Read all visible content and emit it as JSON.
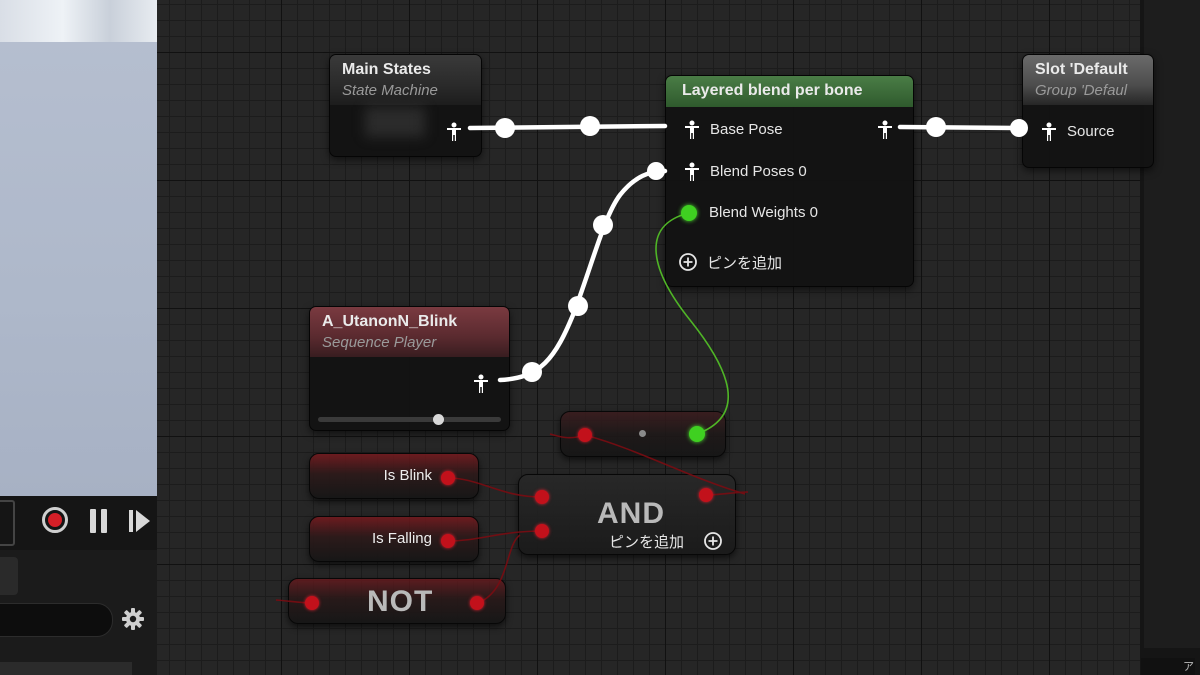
{
  "nodes": {
    "main_states": {
      "title": "Main States",
      "subtitle": "State Machine"
    },
    "layered_blend": {
      "title": "Layered blend per bone",
      "pins": {
        "base_pose": "Base Pose",
        "blend_poses": "Blend Poses 0",
        "blend_weights": "Blend Weights 0",
        "add_pin": "ピンを追加"
      }
    },
    "slot": {
      "title": "Slot 'Default",
      "subtitle": "Group 'Defaul",
      "pin_source": "Source"
    },
    "sequence_player": {
      "title": "A_UtanonN_Blink",
      "subtitle": "Sequence Player",
      "play_position": 0.66
    },
    "is_blink": {
      "label": "Is Blink"
    },
    "is_falling": {
      "label": "Is Falling"
    },
    "and_node": {
      "label": "AND",
      "add_pin": "ピンを追加"
    },
    "not_node": {
      "label": "NOT"
    }
  },
  "right_panel": {
    "tag": "ア"
  },
  "icons": [
    "pose-icon",
    "add-pin-icon",
    "record-icon",
    "pause-icon",
    "play-icon",
    "gear-icon"
  ],
  "colors": {
    "pose_wire": "#ffffff",
    "float_wire": "#59d12a",
    "bool_wire": "#8a0d12",
    "blend_header": "#3c6b3a",
    "sequence_header": "#6b2f34",
    "slot_header": "#5c5c5c",
    "record": "#d51f27"
  }
}
